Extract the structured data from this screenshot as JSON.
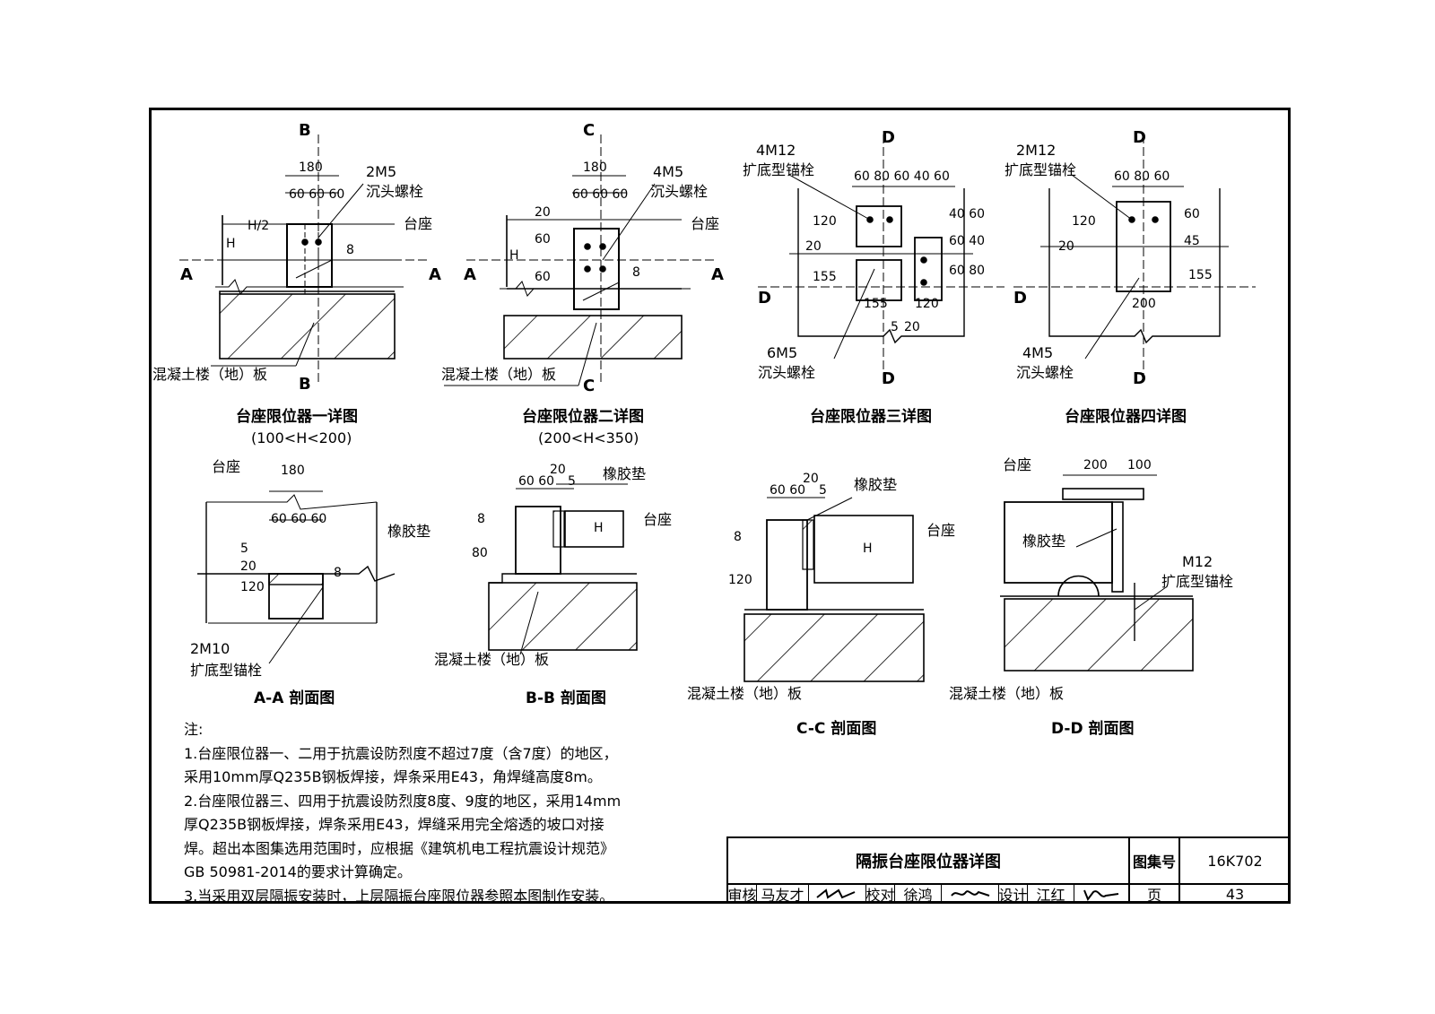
{
  "figures": {
    "d1": {
      "title": "台座限位器一详图",
      "range": "(100<H<200)"
    },
    "d2": {
      "title": "台座限位器二详图",
      "range": "(200<H<350)"
    },
    "d3": {
      "title": "台座限位器三详图"
    },
    "d4": {
      "title": "台座限位器四详图"
    },
    "aa": {
      "title": "A-A 剖面图"
    },
    "bb": {
      "title": "B-B 剖面图"
    },
    "cc": {
      "title": "C-C 剖面图"
    },
    "dd": {
      "title": "D-D 剖面图"
    }
  },
  "labels": {
    "tai_zuo": "台座",
    "concrete_slab": "混凝土楼（地）板",
    "countersunk_bolt": "沉头螺栓",
    "undercut_anchor": "扩底型锚栓",
    "rubber_pad": "橡胶垫",
    "bolt_2m5": "2M5",
    "bolt_4m5": "4M5",
    "bolt_6m5": "6M5",
    "bolt_4m12": "4M12",
    "bolt_2m12": "2M12",
    "bolt_2m10": "2M10",
    "bolt_m12": "M12"
  },
  "section_marks": {
    "a": "A",
    "b": "B",
    "c": "C",
    "d": "D"
  },
  "dims": {
    "d180": "180",
    "d606060": "60 60 60",
    "dH": "H",
    "dH2": "H/2",
    "d8": "8",
    "d20": "20",
    "d60": "60",
    "d60806040": "60 80 60 40 60",
    "d120": "120",
    "d155": "155",
    "d5": "5",
    "d4060": "40 60",
    "d6040": "60 40",
    "d6080": "60 80",
    "d608060": "60 80 60",
    "d200": "200",
    "d100": "100",
    "d80": "80",
    "d6060": "60 60",
    "d45": "45"
  },
  "notes": {
    "heading": "注:",
    "lines": [
      "1.台座限位器一、二用于抗震设防烈度不超过7度（含7度）的地区，",
      "   采用10mm厚Q235B钢板焊接，焊条采用E43，角焊缝高度8m。",
      "2.台座限位器三、四用于抗震设防烈度8度、9度的地区，采用14mm",
      "   厚Q235B钢板焊接，焊条采用E43，焊缝采用完全熔透的坡口对接",
      "   焊。超出本图集选用范围时，应根据《建筑机电工程抗震设计规范》",
      "   GB 50981-2014的要求计算确定。",
      "3.当采用双层隔振安装时，上层隔振台座限位器参照本图制作安装。"
    ]
  },
  "title_block": {
    "title": "隔振台座限位器详图",
    "atlas_label": "图集号",
    "atlas_no": "16K702",
    "review_label": "审核",
    "reviewer": "马友才",
    "check_label": "校对",
    "checker": "徐鸿",
    "design_label": "设计",
    "designer": "江红",
    "page_label": "页",
    "page_no": "43"
  }
}
